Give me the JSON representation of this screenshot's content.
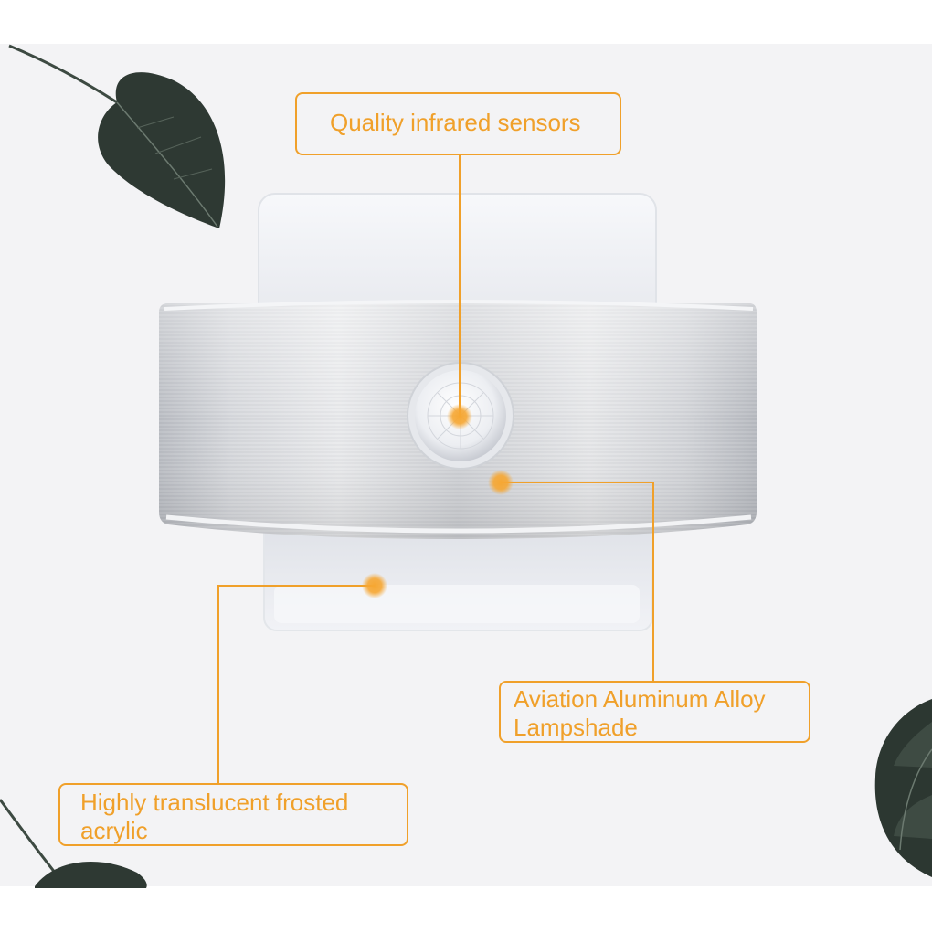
{
  "callouts": {
    "sensor": "Quality infrared sensors",
    "shade": "Aviation Aluminum Alloy\nLampshade",
    "acrylic": "Highly translucent frosted\nacrylic"
  },
  "colors": {
    "accent": "#f0a02a",
    "background": "#f3f3f5",
    "leaf": "#2f3a33",
    "aluminum": "#c9ccd1",
    "acrylic": "#eef0f4"
  },
  "icons": {
    "sensor": "pir-sensor-dome-icon",
    "leaf": "leaf-icon"
  }
}
